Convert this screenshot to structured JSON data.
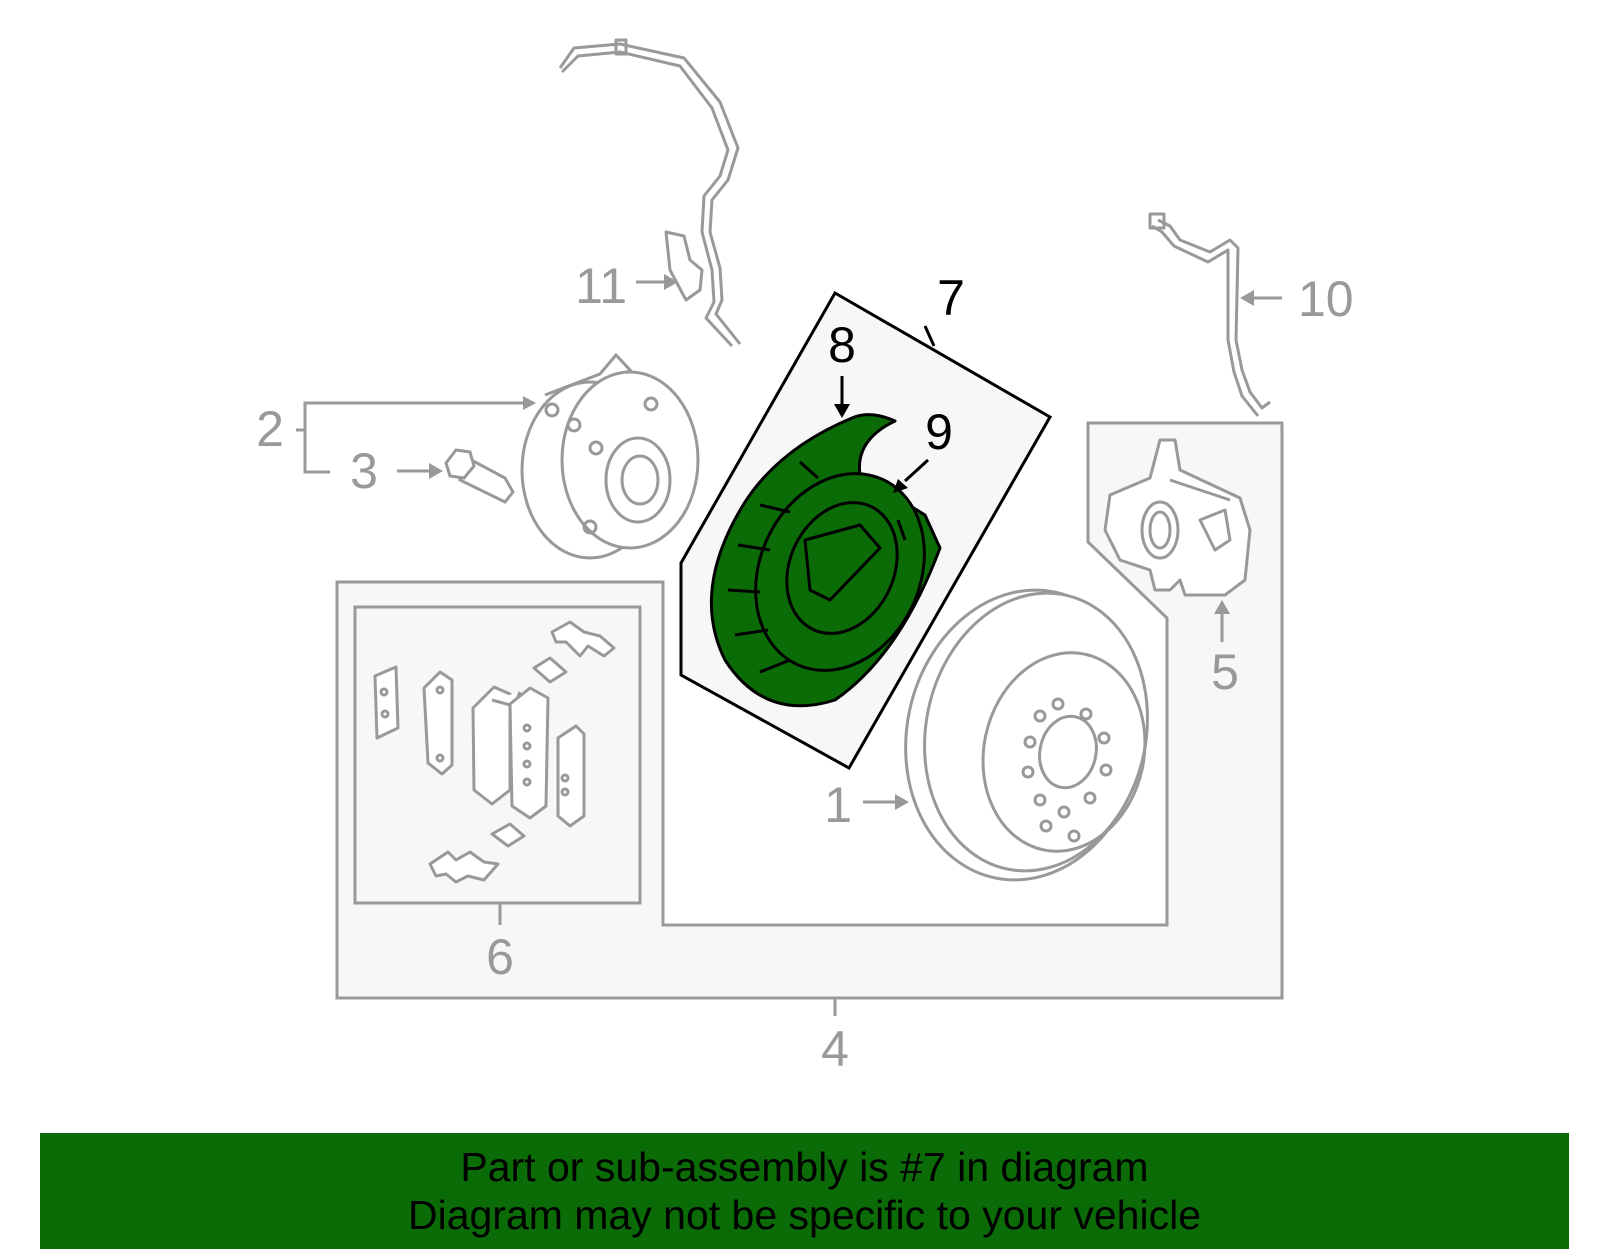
{
  "diagram": {
    "highlighted_part": "7",
    "highlight_color": "#0b6b06",
    "line_color": "#999999",
    "callouts": {
      "c1": "1",
      "c2": "2",
      "c3": "3",
      "c4": "4",
      "c5": "5",
      "c6": "6",
      "c7": "7",
      "c8": "8",
      "c9": "9",
      "c10": "10",
      "c11": "11"
    }
  },
  "banner": {
    "line1": "Part or sub-assembly is #7 in diagram",
    "line2": "Diagram may not be specific to your vehicle",
    "background": "#0b6b06"
  }
}
